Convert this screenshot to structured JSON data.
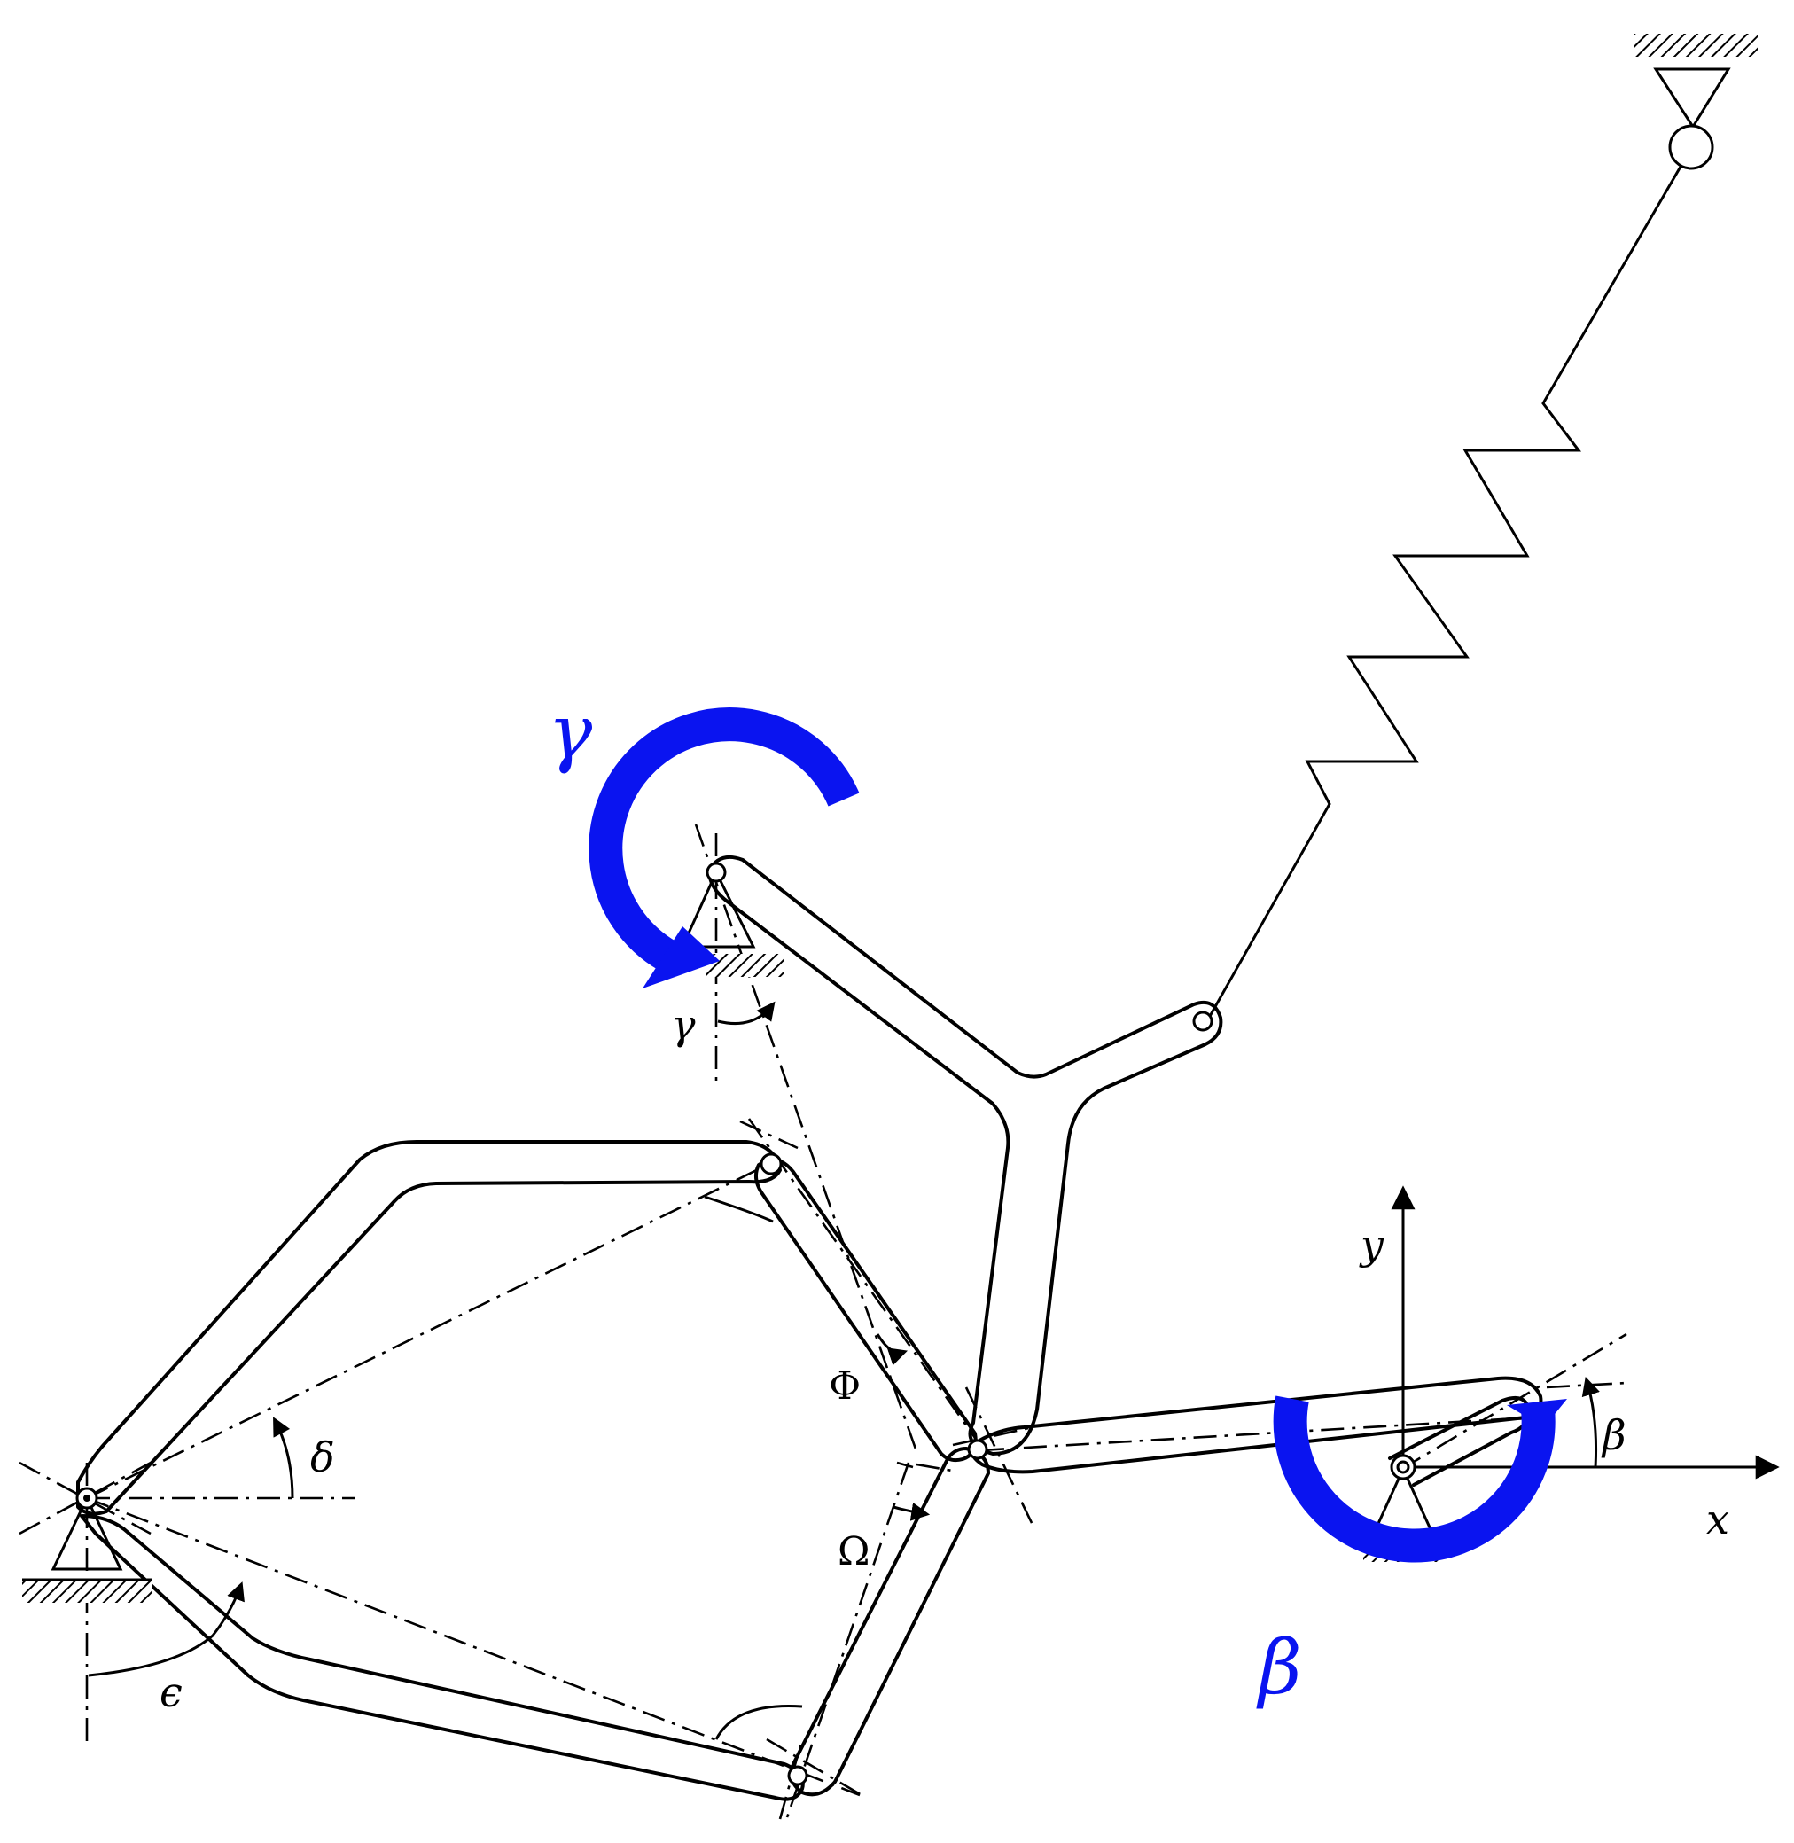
{
  "labels": {
    "gamma_big": "γ",
    "gamma_small": "γ",
    "beta_big": "β",
    "beta_small": "β",
    "delta": "δ",
    "epsilon": "ϵ",
    "phi": "Φ",
    "omega": "Ω",
    "x_axis": "x",
    "y_axis": "y"
  },
  "colors": {
    "accent": "#0a14f0",
    "line": "#000000"
  },
  "icons": {
    "ground": "hatched-ground-icon",
    "pivot": "triangle-pivot-icon",
    "pin": "pin-joint-icon",
    "spring": "zigzag-spring-icon",
    "rotation": "curved-arrow-icon"
  }
}
